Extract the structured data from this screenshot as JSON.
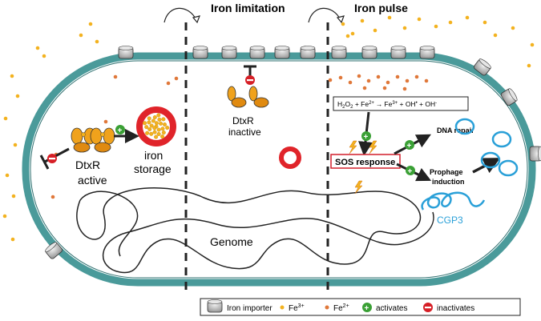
{
  "sections": {
    "limitation": "Iron limitation",
    "pulse": "Iron pulse"
  },
  "left": {
    "regulator_name": "DtxR",
    "regulator_state": "active",
    "storage_line1": "iron",
    "storage_line2": "storage"
  },
  "middle": {
    "regulator_name": "DtxR",
    "regulator_state": "inactive"
  },
  "right": {
    "reaction": {
      "h2o2": "H",
      "s2": "2",
      "o": "O",
      "s2b": "2",
      "plus1": " + Fe",
      "sup2p": "2+",
      "fe3": "Fe",
      "sup3p": "3+",
      "tail": " + OH",
      "sup_minus1": "•",
      "tail2": " + OH",
      "sup_minus2": "-"
    },
    "sos": "SOS response",
    "dna_repair": "DNA repair",
    "prophage_line1": "Prophage",
    "prophage_line2": "induction",
    "phage": "CGP3"
  },
  "genome": "Genome",
  "legend": {
    "importer": "Iron importer",
    "fe3": "Fe",
    "fe3_sup": "3+",
    "fe2": "Fe",
    "fe2_sup": "2+",
    "activates": "activates",
    "inactivates": "inactivates"
  },
  "colors": {
    "membrane": "#4a9a9a",
    "membrane_dark": "#3d8484",
    "fe3": "#f3b21f",
    "fe2": "#e0783a",
    "activate": "#3aa035",
    "inactivate": "#d61f26",
    "storage_ring": "#e0242a",
    "sos_box": "#d21f2b",
    "phage": "#2aa0d8",
    "dtxr": "#f0a21c"
  }
}
